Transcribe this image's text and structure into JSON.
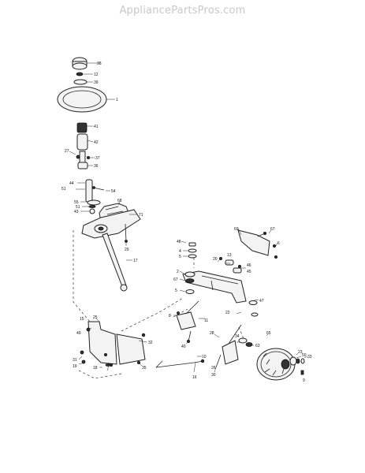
{
  "watermark": "AppliancePartsPros.com",
  "callouts": [
    {
      "id": "c38",
      "label": "38"
    },
    {
      "id": "c12",
      "label": "12"
    },
    {
      "id": "c39",
      "label": "39"
    },
    {
      "id": "c1",
      "label": "1"
    },
    {
      "id": "c41",
      "label": "41"
    },
    {
      "id": "c42",
      "label": "42"
    },
    {
      "id": "c27a",
      "label": "27"
    },
    {
      "id": "c37",
      "label": "37"
    },
    {
      "id": "c36",
      "label": "36"
    },
    {
      "id": "c44",
      "label": "44"
    },
    {
      "id": "c51a",
      "label": "51"
    },
    {
      "id": "c54",
      "label": "54"
    },
    {
      "id": "c55",
      "label": "55"
    },
    {
      "id": "c51b",
      "label": "51"
    },
    {
      "id": "c43",
      "label": "43"
    },
    {
      "id": "c68",
      "label": "68"
    },
    {
      "id": "c71",
      "label": "71"
    },
    {
      "id": "c29",
      "label": "29"
    },
    {
      "id": "c17",
      "label": "17"
    },
    {
      "id": "c48",
      "label": "48"
    },
    {
      "id": "c4",
      "label": "4"
    },
    {
      "id": "c5",
      "label": "5"
    },
    {
      "id": "c69",
      "label": "69"
    },
    {
      "id": "c67a",
      "label": "67"
    },
    {
      "id": "c6",
      "label": "6"
    },
    {
      "id": "c20",
      "label": "20"
    },
    {
      "id": "c13",
      "label": "13"
    },
    {
      "id": "c46",
      "label": "46"
    },
    {
      "id": "c45",
      "label": "45"
    },
    {
      "id": "c2",
      "label": "2"
    },
    {
      "id": "c67b",
      "label": "67"
    },
    {
      "id": "c5b",
      "label": "5"
    },
    {
      "id": "c47",
      "label": "47"
    },
    {
      "id": "c8",
      "label": "8"
    },
    {
      "id": "c11",
      "label": "11"
    },
    {
      "id": "c22",
      "label": "22"
    },
    {
      "id": "c40",
      "label": "40"
    },
    {
      "id": "c10",
      "label": "10"
    },
    {
      "id": "c28",
      "label": "28"
    },
    {
      "id": "c26",
      "label": "26"
    },
    {
      "id": "c30",
      "label": "30"
    },
    {
      "id": "c34",
      "label": "34"
    },
    {
      "id": "c63",
      "label": "63"
    },
    {
      "id": "c65",
      "label": "65"
    },
    {
      "id": "c23",
      "label": "23"
    },
    {
      "id": "c50",
      "label": "50"
    },
    {
      "id": "c33",
      "label": "33"
    },
    {
      "id": "c15",
      "label": "15"
    },
    {
      "id": "c16",
      "label": "16"
    },
    {
      "id": "c32",
      "label": "32"
    },
    {
      "id": "c49",
      "label": "49"
    },
    {
      "id": "c31",
      "label": "31"
    },
    {
      "id": "c19",
      "label": "19"
    },
    {
      "id": "c18",
      "label": "18"
    },
    {
      "id": "c9",
      "label": "9"
    },
    {
      "id": "c35",
      "label": "35"
    },
    {
      "id": "c25",
      "label": "25"
    }
  ]
}
